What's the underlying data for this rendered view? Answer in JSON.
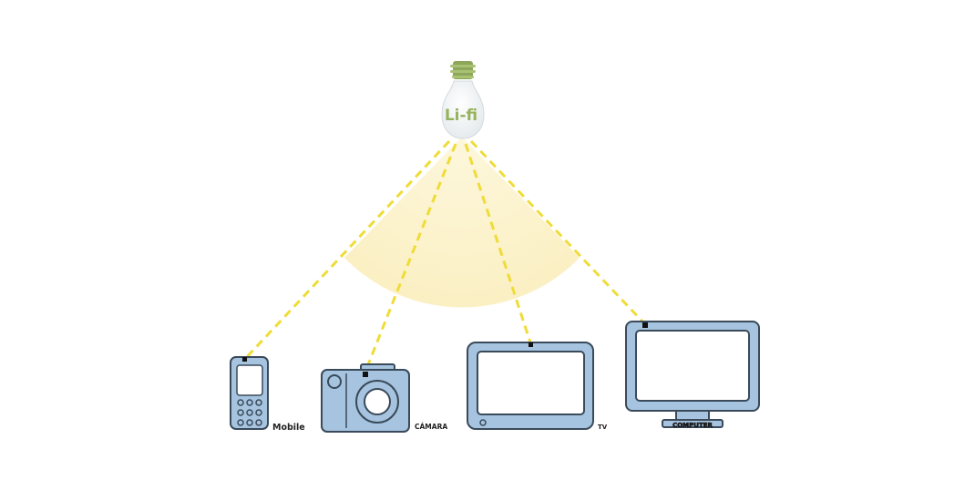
{
  "bulb": {
    "label": "Li-fi"
  },
  "devices": [
    {
      "id": "mobile",
      "label": "Mobile"
    },
    {
      "id": "camera",
      "label": "CÁMARA"
    },
    {
      "id": "tv",
      "label": "TV"
    },
    {
      "id": "computer",
      "label": "COMPUTER"
    }
  ],
  "colors": {
    "device_fill": "#a6c4df",
    "device_stroke": "#3a4a5a",
    "screen_fill": "#ffffff",
    "light_cone": "#fbf3cf",
    "beam": "#f0de3a",
    "bulb_base": "#8ca75a",
    "bulb_text": "#96b35c",
    "indicator": "#111111"
  }
}
